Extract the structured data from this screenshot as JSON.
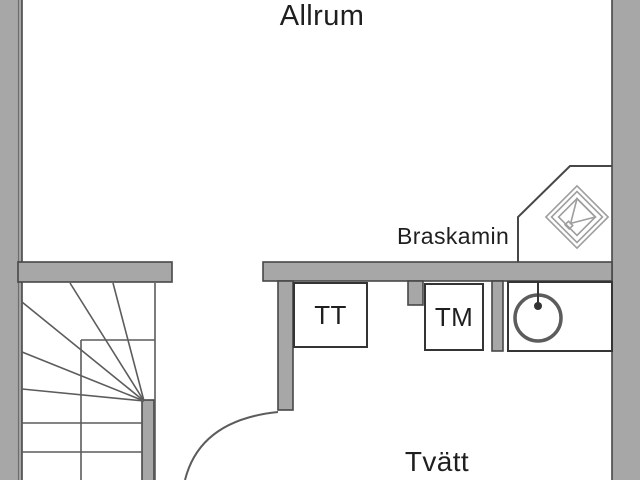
{
  "labels": {
    "allrum": "Allrum",
    "braskamin": "Braskamin",
    "tt": "TT",
    "tm": "TM",
    "tvatt": "Tvätt"
  },
  "icons": {
    "fireplace": "corner-stove-icon",
    "sink": "round-sink-with-tap-icon",
    "stairs": "winder-staircase",
    "door": "door-swing-arc"
  },
  "colors": {
    "background": "#ffffff",
    "wall_fill": "#a7a7a7",
    "wall_edge": "#474747",
    "line_dark": "#343434",
    "line_mid": "#5c5c5c",
    "line_light": "#9e9e9e",
    "text": "#1f1f1f"
  }
}
